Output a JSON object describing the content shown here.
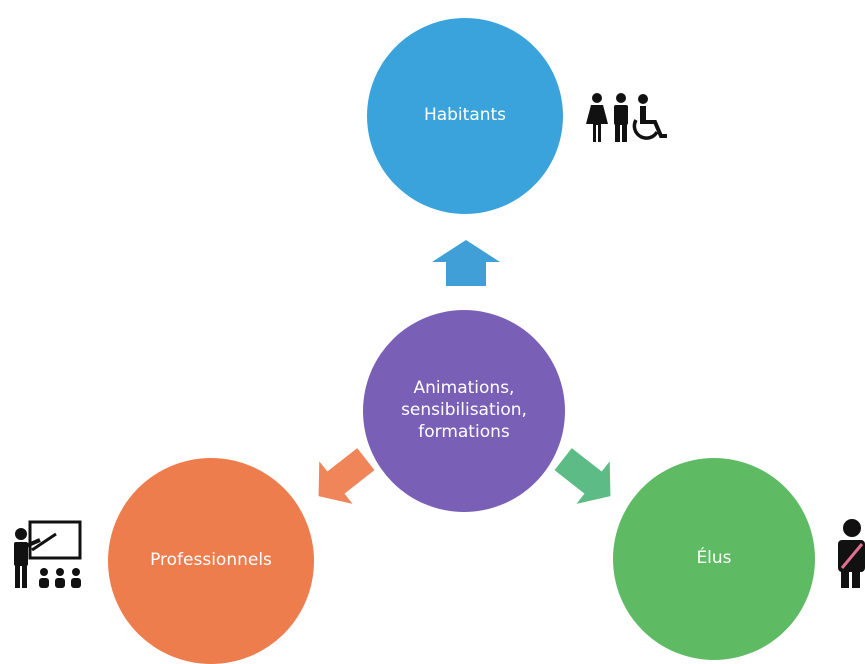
{
  "diagram": {
    "center": {
      "label": "Animations, sensibilisation, formations",
      "color": "#7a5fb7"
    },
    "nodes": [
      {
        "id": "habitants",
        "label": "Habitants",
        "color": "#3aa3dc",
        "icon": "people-accessibility-icon"
      },
      {
        "id": "professionnels",
        "label": "Professionnels",
        "color": "#ee7d4e",
        "icon": "teacher-classroom-icon"
      },
      {
        "id": "elus",
        "label": "Élus",
        "color": "#5ebb63",
        "icon": "elected-official-sash-icon"
      }
    ],
    "arrow_colors": {
      "up": "#3f9fd6",
      "left": "#f0855a",
      "right": "#5dbb86"
    }
  }
}
